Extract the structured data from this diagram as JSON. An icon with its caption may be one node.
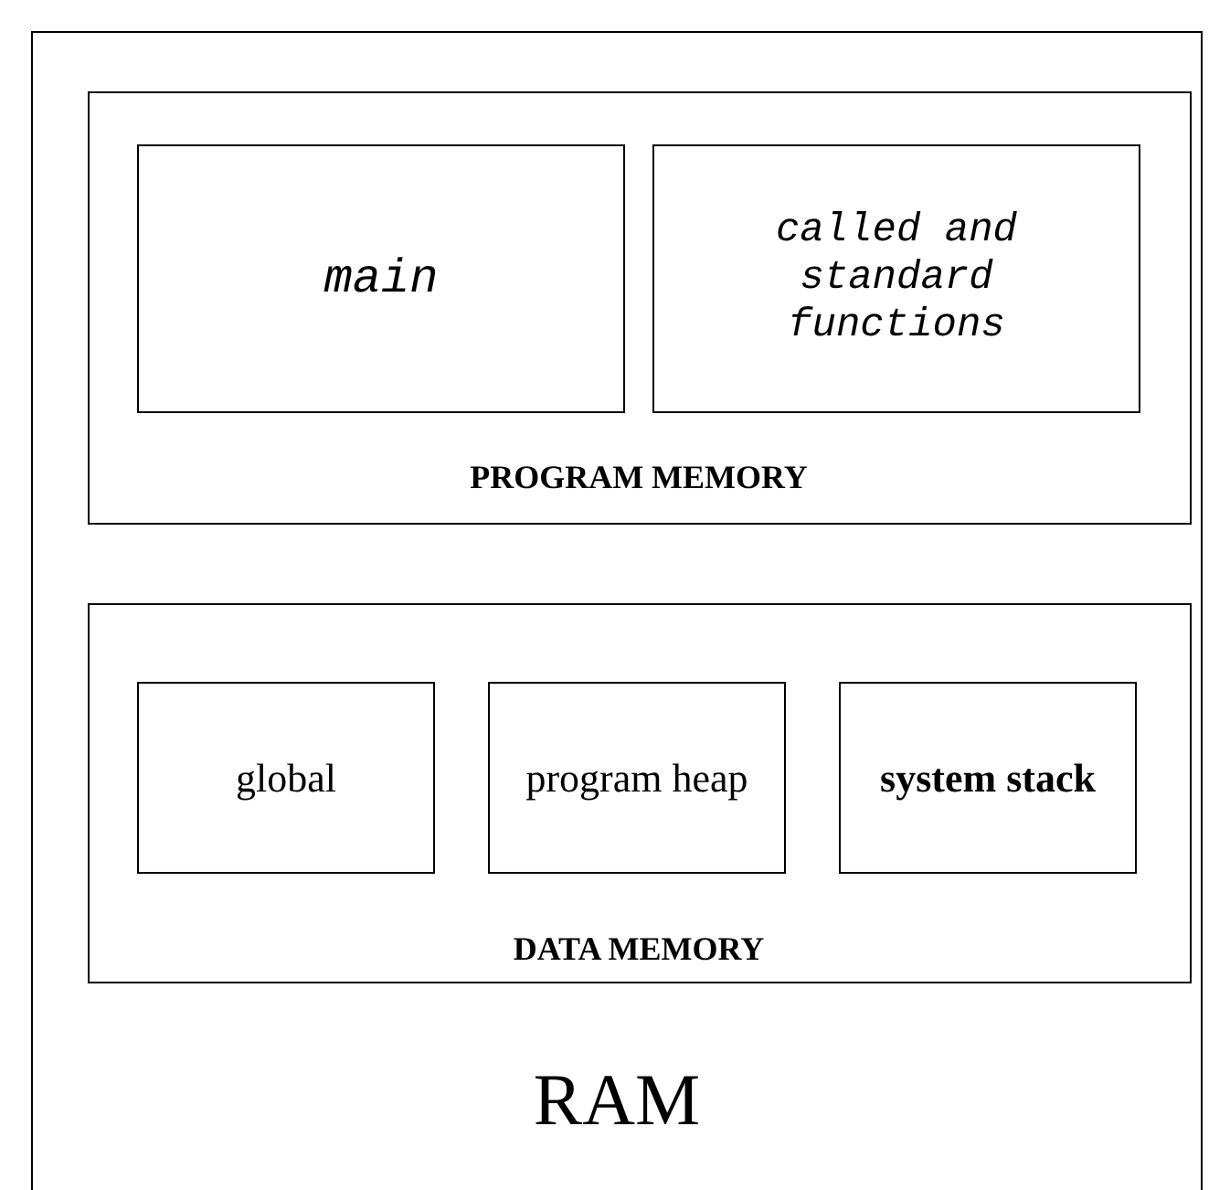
{
  "diagram": {
    "nodes": [
      {
        "text": [
          "RAM"
        ]
      },
      {
        "text": [
          "PROGRAM MEMORY"
        ],
        "in": 0
      },
      {
        "text": [
          "main"
        ],
        "in": 1
      },
      {
        "text": [
          "called and standard functions"
        ],
        "in": 1
      },
      {
        "text": [
          "DATA MEMORY"
        ],
        "in": 0
      },
      {
        "text": [
          "global"
        ],
        "in": 4
      },
      {
        "text": [
          "program heap"
        ],
        "in": 4
      },
      {
        "text": [
          "system stack"
        ],
        "in": 4
      }
    ]
  }
}
